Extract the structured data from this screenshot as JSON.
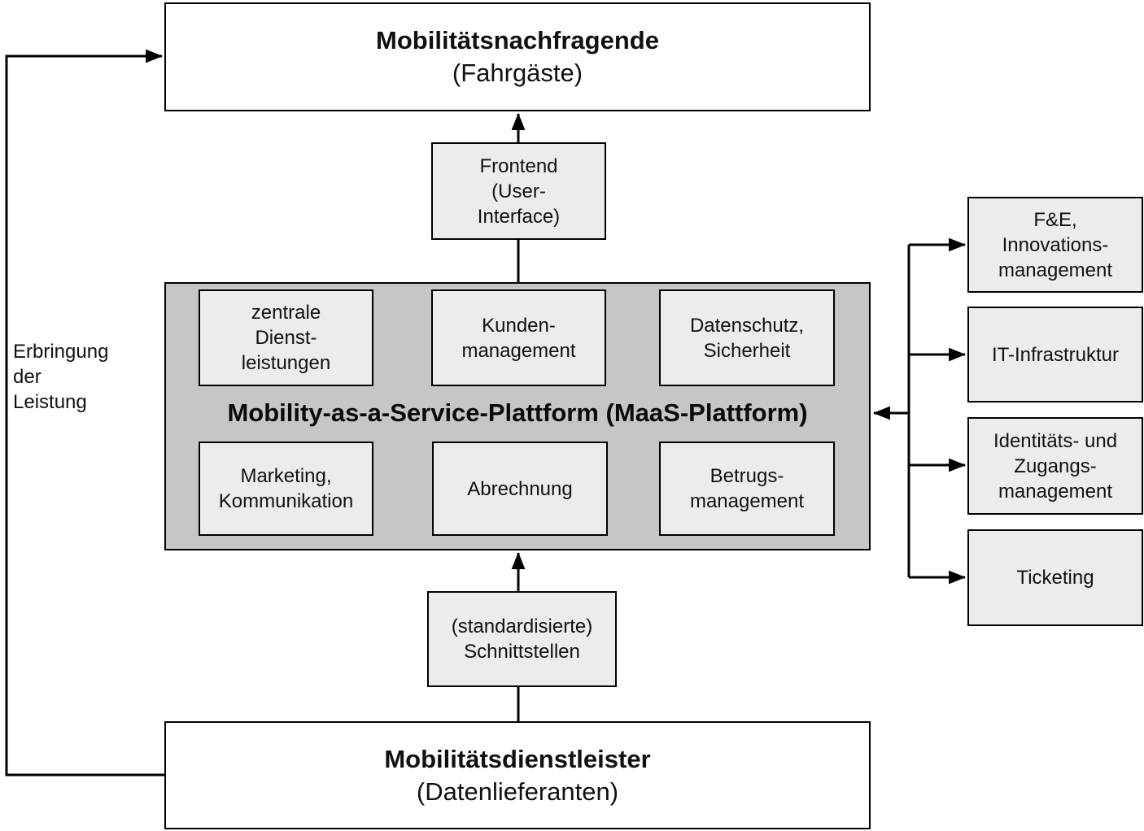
{
  "diagram": {
    "top_box": {
      "title": "Mobilitätsnachfragende",
      "subtitle": "(Fahrgäste)"
    },
    "frontend_box": {
      "label": "Frontend\n(User-\nInterface)"
    },
    "platform": {
      "title": "Mobility-as-a-Service-Plattform (MaaS-Plattform)",
      "modules": [
        "zentrale\nDienst-\nleistungen",
        "Kunden-\nmanagement",
        "Datenschutz,\nSicherheit",
        "Marketing,\nKommunikation",
        "Abrechnung",
        "Betrugs-\nmanagement"
      ]
    },
    "interfaces_box": {
      "label": "(standardisierte)\nSchnittstellen"
    },
    "bottom_box": {
      "title": "Mobilitätsdienstleister",
      "subtitle": "(Datenlieferanten)"
    },
    "right_boxes": [
      "F&E,\nInnovations-\nmanagement",
      "IT-Infrastruktur",
      "Identitäts- und\nZugangs-\nmanagement",
      "Ticketing"
    ],
    "side_label": "Erbringung\nder\nLeistung",
    "colors": {
      "platform_background": "#c6c6c6",
      "module_background": "#ececec",
      "box_background": "#ffffff",
      "line_and_border": "#000000",
      "text": "#111111"
    }
  }
}
